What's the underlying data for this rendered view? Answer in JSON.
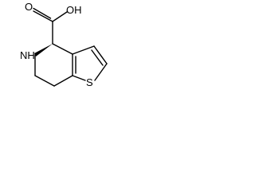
{
  "molecule": {
    "atoms": {
      "hydroxyl": "OH",
      "carbonyl_oxygen": "O",
      "amine": "NH",
      "sulfur": "S"
    },
    "colors": {
      "ink": "#000000",
      "background": "#ffffff"
    }
  }
}
